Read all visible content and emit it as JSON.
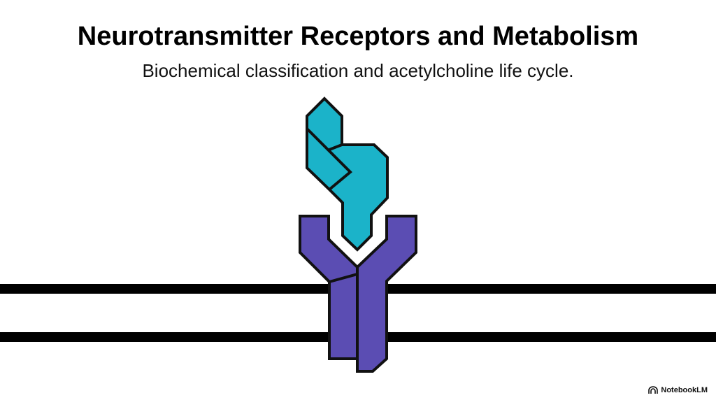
{
  "header": {
    "title": "Neurotransmitter Receptors and Metabolism",
    "subtitle": "Biochemical classification and acetylcholine life cycle."
  },
  "diagram": {
    "ligand_icon": "neurotransmitter-ligand",
    "receptor_icon": "membrane-receptor",
    "colors": {
      "ligand": "#1BB3C9",
      "receptor": "#5B4DB3",
      "membrane": "#000000",
      "outline": "#111111"
    }
  },
  "brand": {
    "name": "NotebookLM"
  }
}
